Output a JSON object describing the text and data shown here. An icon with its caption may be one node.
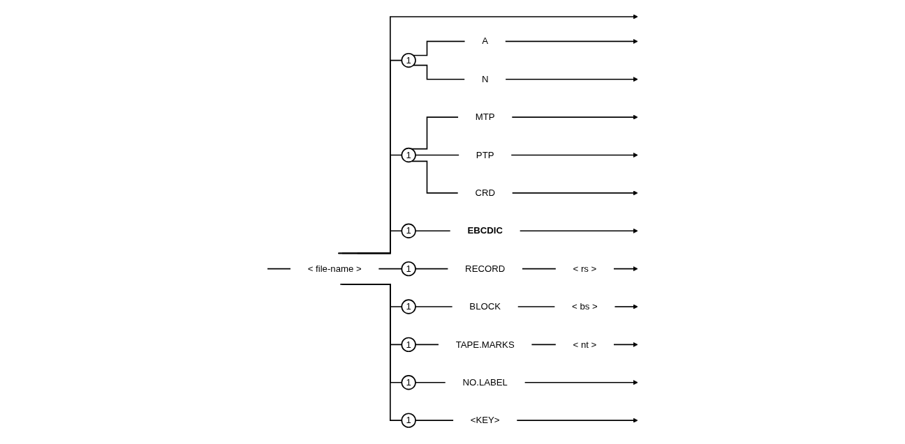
{
  "diagram": {
    "nodes": [
      {
        "text": [
          "< file-name >"
        ]
      },
      {
        "text": [
          "1"
        ]
      },
      {
        "text": [
          "A"
        ]
      },
      {
        "text": [
          "N"
        ]
      },
      {
        "text": [
          "1"
        ]
      },
      {
        "text": [
          "MTP"
        ]
      },
      {
        "text": [
          "PTP"
        ]
      },
      {
        "text": [
          "CRD"
        ]
      },
      {
        "text": [
          "1"
        ]
      },
      {
        "text": [
          "EBCDIC"
        ]
      },
      {
        "text": [
          "1"
        ]
      },
      {
        "text": [
          "RECORD"
        ]
      },
      {
        "text": [
          "< rs >"
        ]
      },
      {
        "text": [
          "1"
        ]
      },
      {
        "text": [
          "BLOCK"
        ]
      },
      {
        "text": [
          "< bs >"
        ]
      },
      {
        "text": [
          "1"
        ]
      },
      {
        "text": [
          "TAPE.MARKS"
        ]
      },
      {
        "text": [
          "< nt >"
        ]
      },
      {
        "text": [
          "1"
        ]
      },
      {
        "text": [
          "NO.LABEL"
        ]
      },
      {
        "text": [
          "1"
        ]
      },
      {
        "text": [
          "<KEY>"
        ]
      }
    ],
    "edges": [
      {
        "from": null,
        "to": 0,
        "arrow": "none"
      },
      {
        "from": 0,
        "to": null,
        "arrow": "to"
      },
      {
        "from": 0,
        "to": 1,
        "arrow": "none"
      },
      {
        "from": 0,
        "to": 4,
        "arrow": "none"
      },
      {
        "from": 0,
        "to": 8,
        "arrow": "none"
      },
      {
        "from": 0,
        "to": 10,
        "arrow": "none"
      },
      {
        "from": 0,
        "to": 13,
        "arrow": "none"
      },
      {
        "from": 0,
        "to": 16,
        "arrow": "none"
      },
      {
        "from": 0,
        "to": 19,
        "arrow": "none"
      },
      {
        "from": 0,
        "to": 21,
        "arrow": "none"
      },
      {
        "from": 1,
        "to": 2,
        "arrow": "none"
      },
      {
        "from": 1,
        "to": 3,
        "arrow": "none"
      },
      {
        "from": 4,
        "to": 5,
        "arrow": "none"
      },
      {
        "from": 4,
        "to": 6,
        "arrow": "none"
      },
      {
        "from": 4,
        "to": 7,
        "arrow": "none"
      },
      {
        "from": 8,
        "to": 9,
        "arrow": "none"
      },
      {
        "from": 10,
        "to": 11,
        "arrow": "none"
      },
      {
        "from": 11,
        "to": 12,
        "arrow": "none"
      },
      {
        "from": 13,
        "to": 14,
        "arrow": "none"
      },
      {
        "from": 14,
        "to": 15,
        "arrow": "none"
      },
      {
        "from": 16,
        "to": 17,
        "arrow": "none"
      },
      {
        "from": 17,
        "to": 18,
        "arrow": "none"
      },
      {
        "from": 19,
        "to": 20,
        "arrow": "none"
      },
      {
        "from": 21,
        "to": 22,
        "arrow": "none"
      },
      {
        "from": 2,
        "to": null,
        "arrow": "to"
      },
      {
        "from": 3,
        "to": null,
        "arrow": "to"
      },
      {
        "from": 5,
        "to": null,
        "arrow": "to"
      },
      {
        "from": 6,
        "to": null,
        "arrow": "to"
      },
      {
        "from": 7,
        "to": null,
        "arrow": "to"
      },
      {
        "from": 9,
        "to": null,
        "arrow": "to"
      },
      {
        "from": 12,
        "to": null,
        "arrow": "to"
      },
      {
        "from": 15,
        "to": null,
        "arrow": "to"
      },
      {
        "from": 18,
        "to": null,
        "arrow": "to"
      },
      {
        "from": 20,
        "to": null,
        "arrow": "to"
      },
      {
        "from": 22,
        "to": null,
        "arrow": "to"
      }
    ]
  }
}
